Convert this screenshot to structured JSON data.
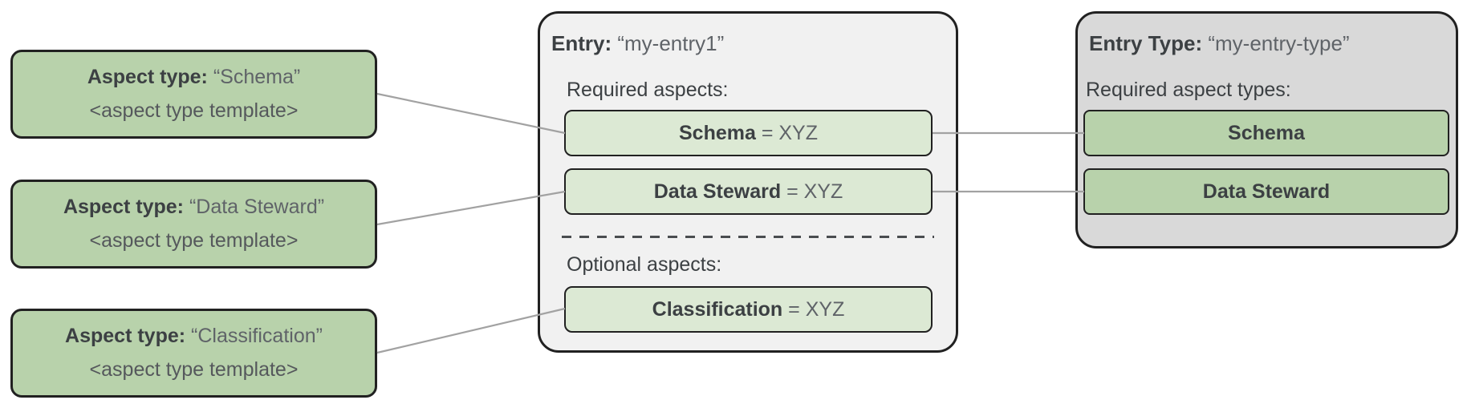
{
  "aspect_type_cards": [
    {
      "label": "Aspect type:",
      "name": "“Schema”",
      "template": "<aspect type template>"
    },
    {
      "label": "Aspect type:",
      "name": "“Data Steward”",
      "template": "<aspect type template>"
    },
    {
      "label": "Aspect type:",
      "name": "“Classification”",
      "template": "<aspect type template>"
    }
  ],
  "entry_panel": {
    "title_label": "Entry:",
    "title_value": "“my-entry1”",
    "required_heading": "Required aspects:",
    "required_aspects": [
      {
        "name": "Schema",
        "value": "= XYZ"
      },
      {
        "name": "Data Steward",
        "value": "= XYZ"
      }
    ],
    "optional_heading": "Optional aspects:",
    "optional_aspects": [
      {
        "name": "Classification",
        "value": "= XYZ"
      }
    ]
  },
  "entry_type_panel": {
    "title_label": "Entry Type:",
    "title_value": "“my-entry-type”",
    "required_heading": "Required aspect types:",
    "required_aspect_types": [
      {
        "name": "Schema"
      },
      {
        "name": "Data Steward"
      }
    ]
  },
  "colors": {
    "card_green": "#b8d2ab",
    "aspect_row_green": "#dce9d4",
    "entry_panel_bg": "#f1f1f1",
    "entry_type_panel_bg": "#d9d9d9",
    "border_dark": "#212121",
    "connector_gray": "#a2a2a2",
    "text_dark": "#3c4043",
    "text_medium": "#5f6368"
  }
}
